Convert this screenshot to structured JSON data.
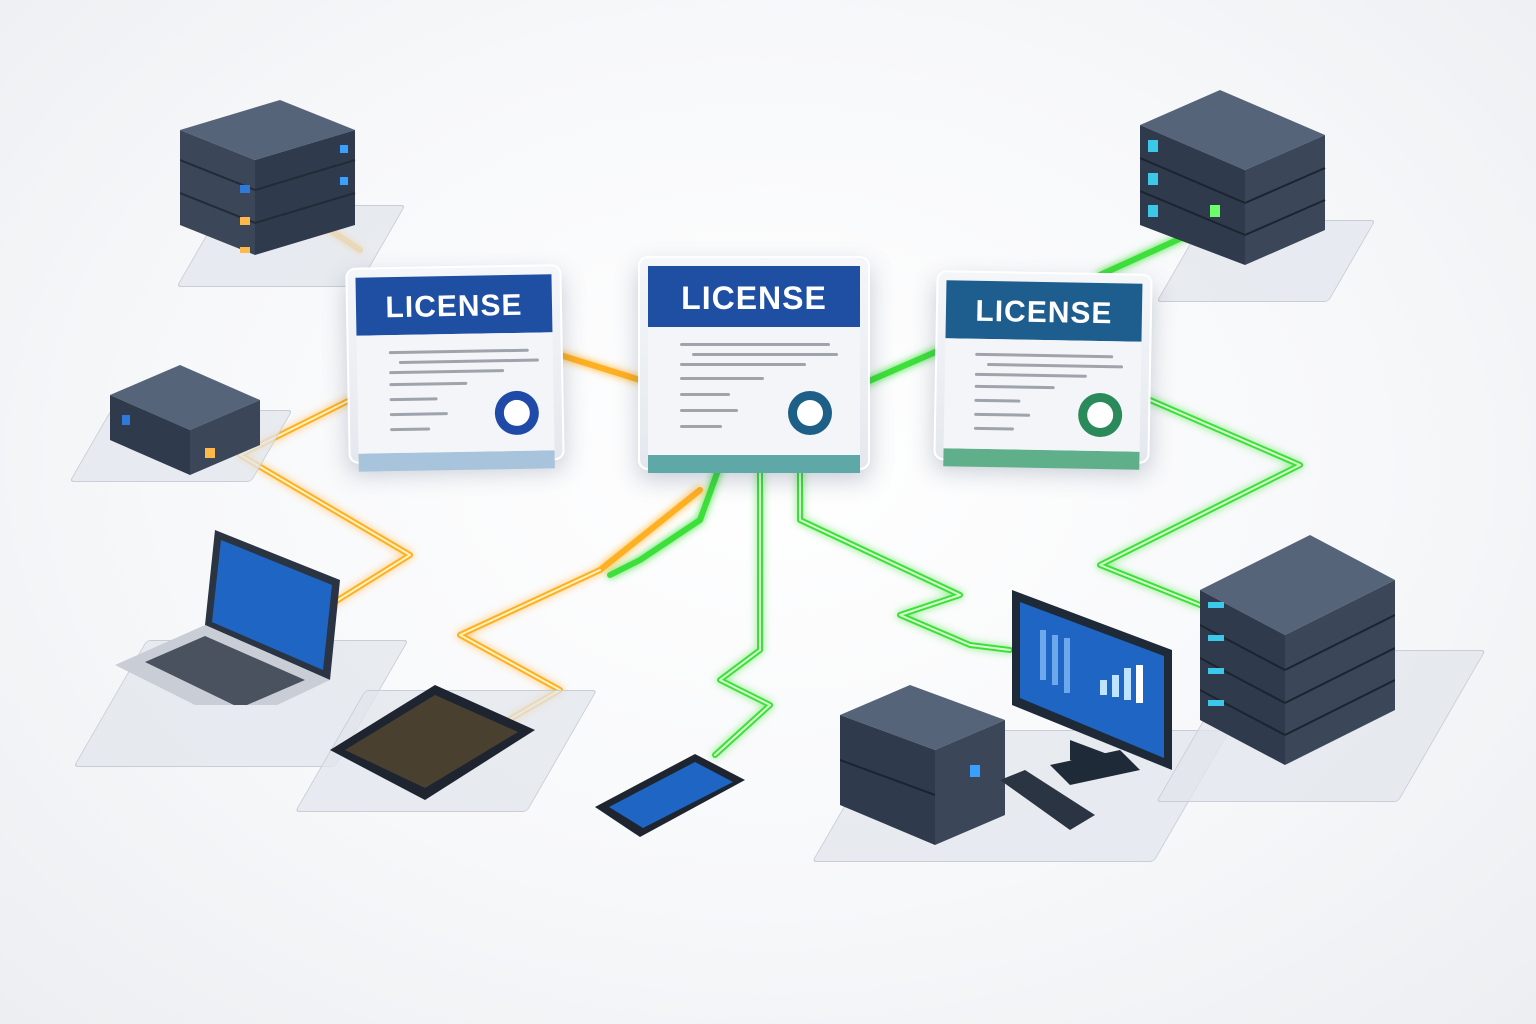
{
  "licenses": [
    {
      "label": "LICENSE",
      "header_color": "#1e4fa3",
      "seal_color": "#1f4aa8",
      "footer_color": "#a8c3dc",
      "connection": "orange"
    },
    {
      "label": "LICENSE",
      "header_color": "#1e4fa3",
      "seal_color": "#1d5f86",
      "footer_color": "#5fa8a8",
      "connection": "green"
    },
    {
      "label": "LICENSE",
      "header_color": "#1d5e8f",
      "seal_color": "#2b8a5a",
      "footer_color": "#5fb08a",
      "connection": "green"
    }
  ],
  "devices": [
    {
      "type": "server-rack",
      "position": "top-left",
      "link_color": "orange"
    },
    {
      "type": "mini-server",
      "position": "middle-left",
      "link_color": "orange"
    },
    {
      "type": "laptop",
      "position": "bottom-left",
      "link_color": "orange"
    },
    {
      "type": "tablet",
      "position": "bottom-left-center",
      "link_color": "orange"
    },
    {
      "type": "smartphone",
      "position": "bottom-center",
      "link_color": "green"
    },
    {
      "type": "desktop-workstation",
      "position": "bottom-right-center",
      "link_color": "green"
    },
    {
      "type": "server-rack",
      "position": "top-right",
      "link_color": "green"
    },
    {
      "type": "server-rack",
      "position": "middle-right",
      "link_color": "green"
    }
  ],
  "colors": {
    "orange_link": "#ffb020",
    "green_link": "#3ee03a",
    "device_body": "#3f4b5c",
    "screen": "#1f66c4"
  }
}
